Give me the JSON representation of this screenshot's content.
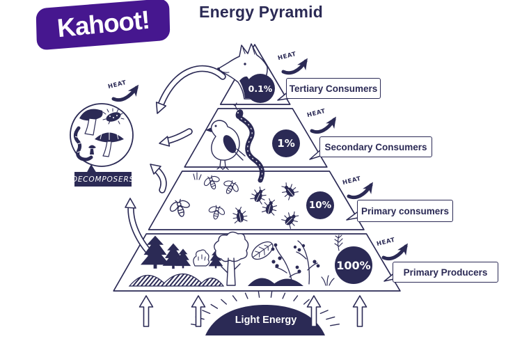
{
  "logo": {
    "text": "Kahoot!"
  },
  "title": "Energy Pyramid",
  "labels": {
    "heat": "HEAT"
  },
  "pyramid": {
    "levels": [
      {
        "id": "tertiary",
        "label": "Tertiary Consumers",
        "percent": "0.1%"
      },
      {
        "id": "secondary",
        "label": "Secondary Consumers",
        "percent": "1%"
      },
      {
        "id": "primary-consumers",
        "label": "Primary consumers",
        "percent": "10%"
      },
      {
        "id": "primary-producers",
        "label": "Primary Producers",
        "percent": "100%"
      }
    ]
  },
  "decomposers": {
    "label": "DECOMPOSERS"
  },
  "light_energy": {
    "label": "Light Energy"
  },
  "colors": {
    "ink": "#2b2a55",
    "kahoot_purple": "#46178f",
    "background": "#ffffff"
  }
}
